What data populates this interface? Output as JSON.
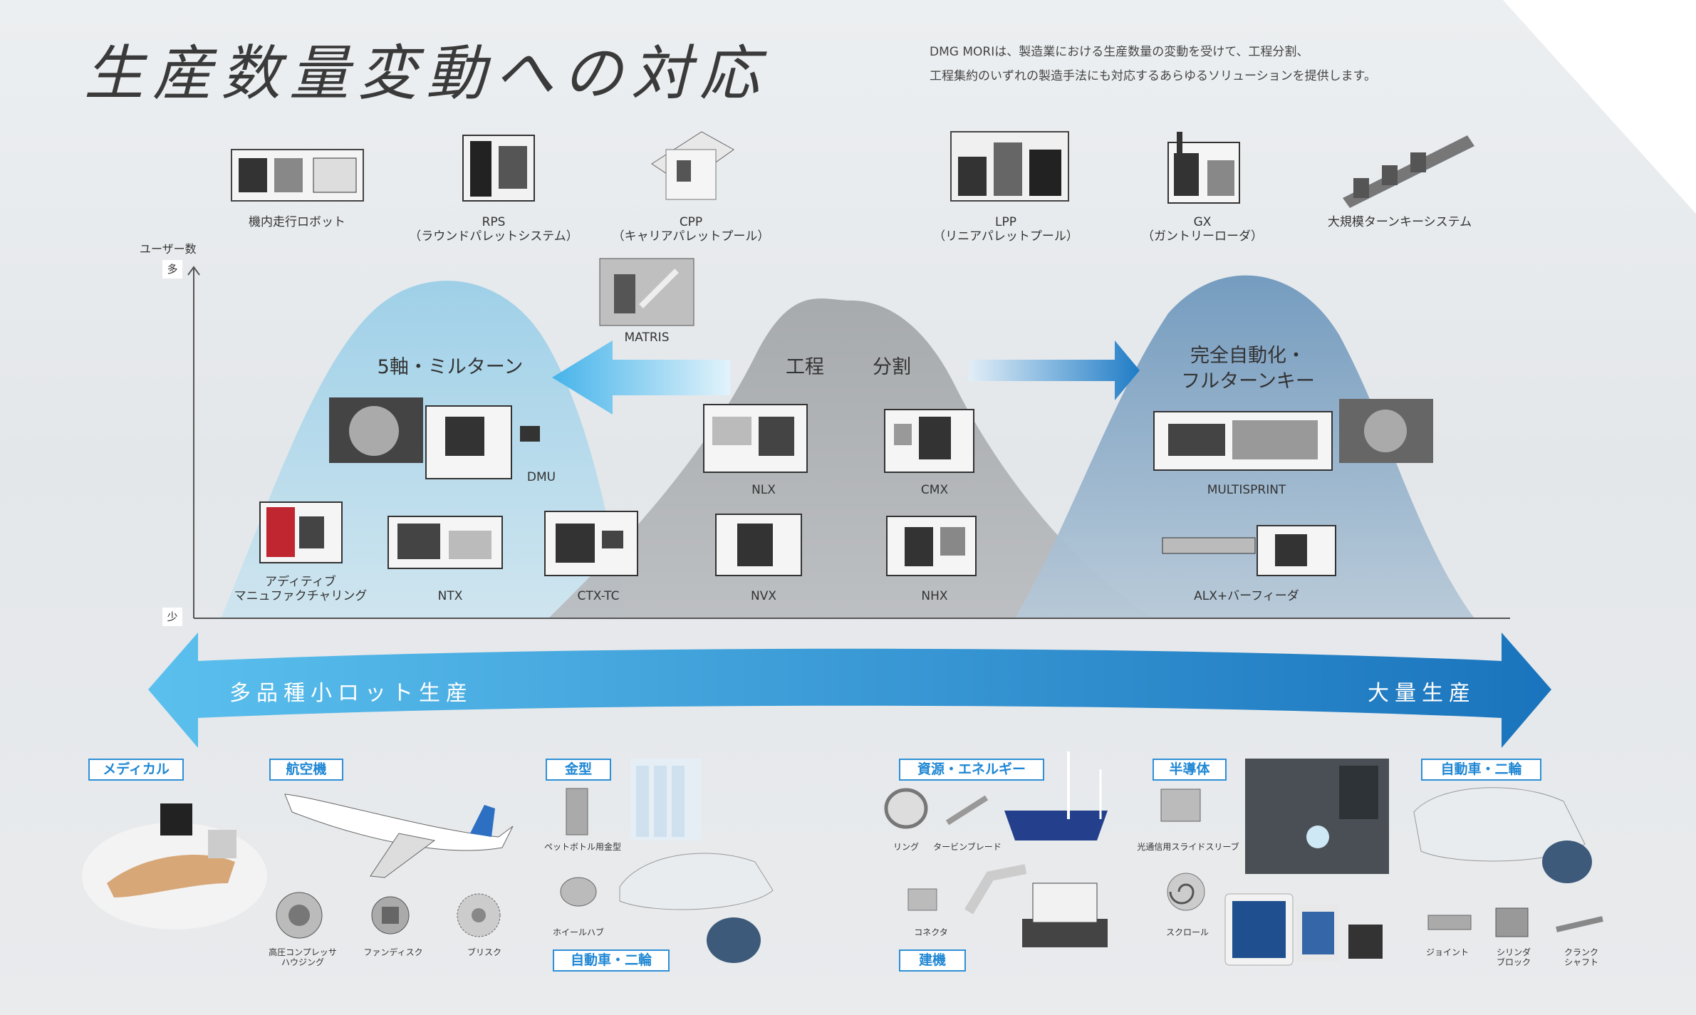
{
  "header": {
    "title": "生産数量変動への対応",
    "intro": [
      "DMG MORIは、製造業における生産数量の変動を受けて、工程分割、",
      "工程集約のいずれの製造手法にも対応するあらゆるソリューションを提供します。"
    ]
  },
  "top_systems": [
    {
      "label": "機内走行ロボット"
    },
    {
      "label": "RPS",
      "sub": "（ラウンドパレットシステム）"
    },
    {
      "label": "CPP",
      "sub": "（キャリアパレットプール）"
    },
    {
      "label": "LPP",
      "sub": "（リニアパレットプール）"
    },
    {
      "label": "GX",
      "sub": "（ガントリーローダ）"
    },
    {
      "label": "大規模ターンキーシステム"
    }
  ],
  "axis": {
    "ylabel": "ユーザー数",
    "top": "多",
    "bottom": "少"
  },
  "humps": {
    "left": "5軸・ミルターン",
    "center_a": "工程",
    "center_b": "分割",
    "right_a": "完全自動化・",
    "right_b": "フルターンキー"
  },
  "machines": {
    "matris": "MATRIS",
    "dmu": "DMU",
    "additive_a": "アディティブ",
    "additive_b": "マニュファクチャリング",
    "ntx": "NTX",
    "ctx": "CTX-TC",
    "nlx": "NLX",
    "cmx": "CMX",
    "nvx": "NVX",
    "nhx": "NHX",
    "multisprint": "MULTISPRINT",
    "alx": "ALX+バーフィーダ"
  },
  "production": {
    "left": "多品種小ロット生産",
    "right": "大量生産"
  },
  "industries": {
    "medical": "メディカル",
    "aircraft": "航空機",
    "aircraft_parts": {
      "compressor_a": "高圧コンプレッサ",
      "compressor_b": "ハウジング",
      "fan_disk": "ファンディスク",
      "blisk": "ブリスク"
    },
    "mold": "金型",
    "mold_parts": {
      "bottle": "ペットボトル用金型",
      "wheel_hub": "ホイールハブ"
    },
    "auto_mid": "自動車・二輪",
    "energy": "資源・エネルギー",
    "energy_parts": {
      "ring": "リング",
      "turbine": "タービンブレード",
      "connector": "コネクタ"
    },
    "construction": "建機",
    "semiconductor": "半導体",
    "semi_parts": {
      "sleeve": "光通信用スライドスリーブ",
      "scroll": "スクロール"
    },
    "auto_right": "自動車・二輪",
    "auto_parts": {
      "joint": "ジョイント",
      "cylinder_a": "シリンダ",
      "cylinder_b": "ブロック",
      "crank_a": "クランク",
      "crank_b": "シャフト"
    }
  },
  "colors": {
    "arrow_light": "#4fb6ea",
    "arrow_dark": "#1a78c2",
    "left_hump": "#a6d2e6",
    "center_hump": "#9ea2a6",
    "right_hump": "#7aa0c0",
    "category": "#1f87d4"
  }
}
